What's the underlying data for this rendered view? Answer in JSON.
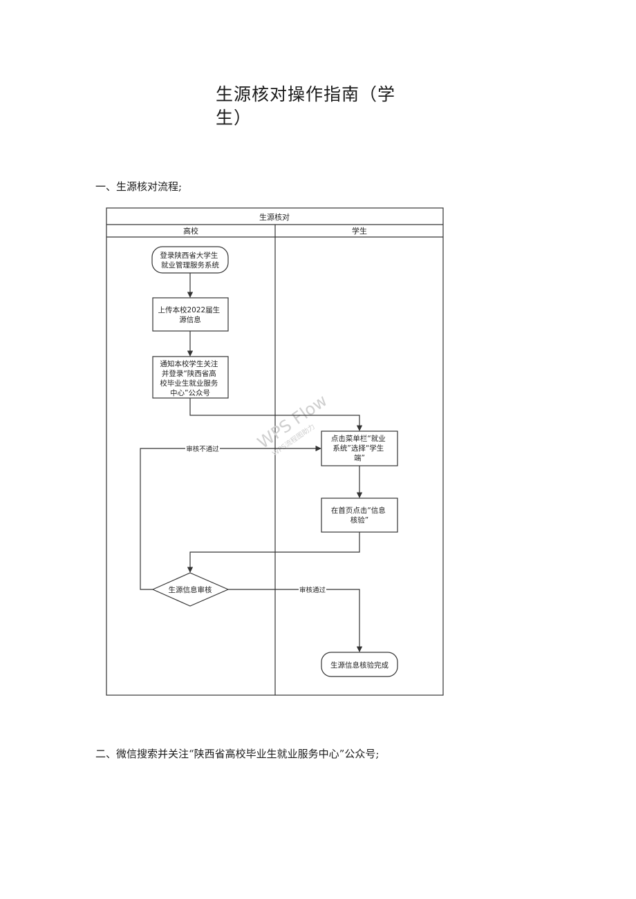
{
  "document": {
    "title_line1": "生源核对操作指南（学",
    "title_line2": "生）",
    "section1_heading": "一、生源核对流程;",
    "section2_heading": "二、微信搜索并关注“陕西省高校毕业生就业服务中心”公众号;"
  },
  "flowchart": {
    "title": "生源核对",
    "lanes": [
      "高校",
      "学生"
    ],
    "nodes": {
      "login": [
        "登录陕西省大学生",
        "就业管理服务系统"
      ],
      "upload": [
        "上传本校2022届生",
        "源信息"
      ],
      "notify": [
        "通知本校学生关注",
        "并登录“陕西省高",
        "校毕业生就业服务",
        "中心”公众号"
      ],
      "menu": [
        "点击菜单栏“就业",
        "系统”选择“学生",
        "端”"
      ],
      "verify": [
        "在首页点击“信息",
        "核验”"
      ],
      "review": [
        "生源信息审核"
      ],
      "done": [
        "生源信息核验完成"
      ]
    },
    "edge_labels": {
      "reject": "审核不通过",
      "pass": "审核通过"
    },
    "watermark": [
      "WPS Flow",
      "WPS流程图助力"
    ]
  }
}
